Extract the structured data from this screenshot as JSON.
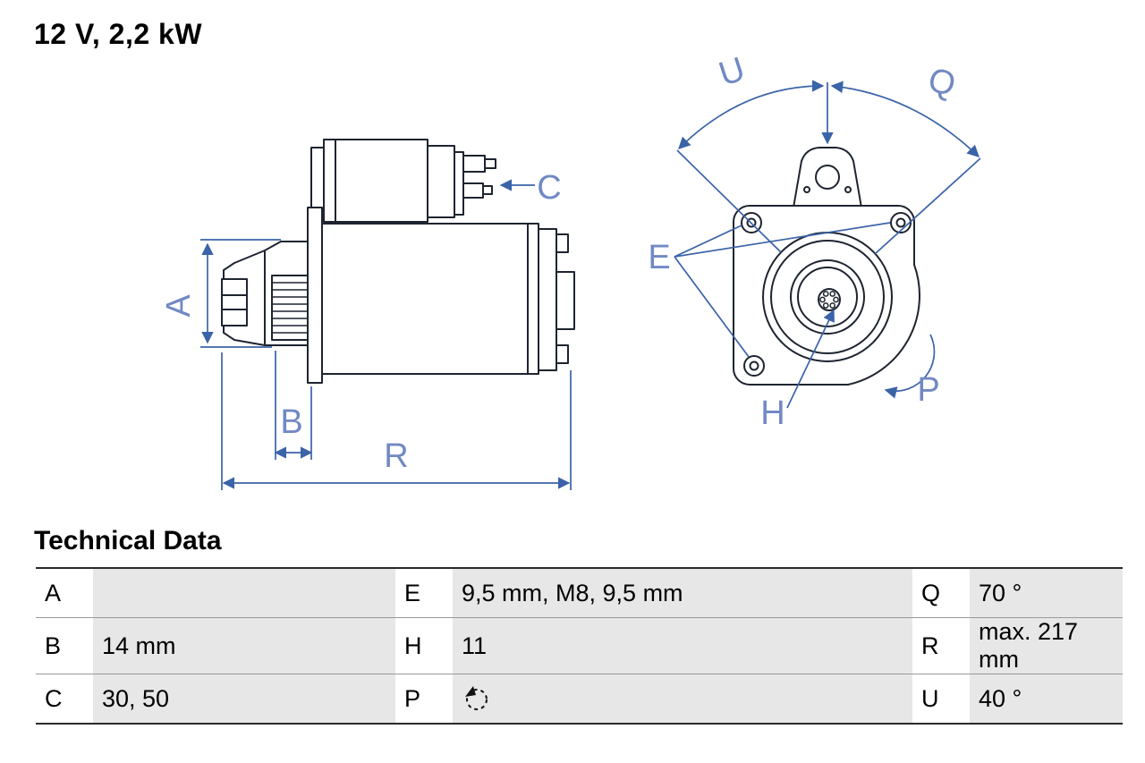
{
  "title": "12 V, 2,2 kW",
  "section": {
    "heading": "Technical Data"
  },
  "diagram": {
    "labels": {
      "A": "A",
      "B": "B",
      "C": "C",
      "E": "E",
      "H": "H",
      "P": "P",
      "Q": "Q",
      "R": "R",
      "U": "U"
    }
  },
  "table": {
    "rows": [
      {
        "c1": {
          "key": "A",
          "value": ""
        },
        "c2": {
          "key": "E",
          "value": "9,5 mm, M8, 9,5 mm"
        },
        "c3": {
          "key": "Q",
          "value": "70 °"
        }
      },
      {
        "c1": {
          "key": "B",
          "value": "14 mm"
        },
        "c2": {
          "key": "H",
          "value": "11"
        },
        "c3": {
          "key": "R",
          "value": "max. 217 mm"
        }
      },
      {
        "c1": {
          "key": "C",
          "value": "30, 50"
        },
        "c2": {
          "key": "P",
          "value": "",
          "icon": "rotation-ccw-icon"
        },
        "c3": {
          "key": "U",
          "value": "40 °"
        }
      }
    ]
  },
  "colors": {
    "dimension_blue": "#3a63a8",
    "label_blue": "#7189c4",
    "line_dark": "#1e2430",
    "table_cell_gray": "#e7e7e7"
  }
}
